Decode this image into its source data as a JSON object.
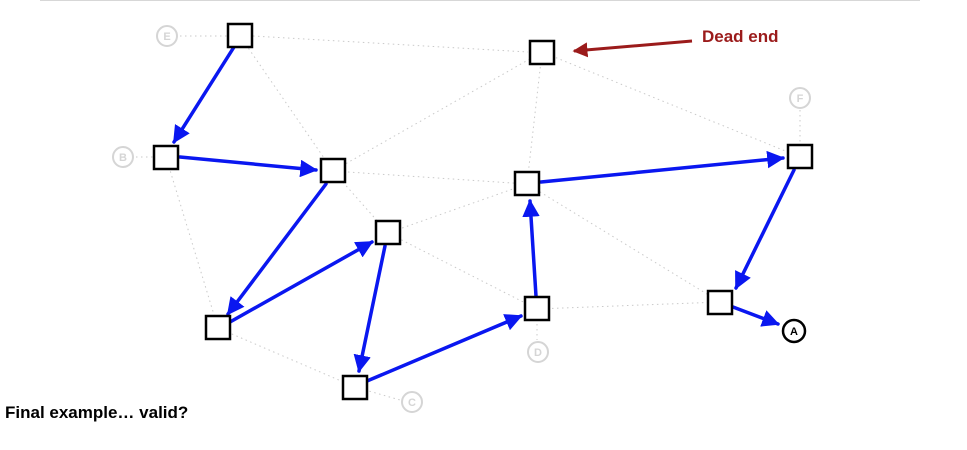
{
  "caption": "Final example… valid?",
  "callout": {
    "text": "Dead end",
    "color": "#9b1b1b"
  },
  "colors": {
    "path": "#0a17f0",
    "node_stroke": "#000000",
    "grid_line": "#c9c9c9",
    "faded_label": "#d5d5d5",
    "target_label": "#000000"
  },
  "labels": {
    "A": "A",
    "B": "B",
    "C": "C",
    "D": "D",
    "E": "E",
    "F": "F"
  }
}
